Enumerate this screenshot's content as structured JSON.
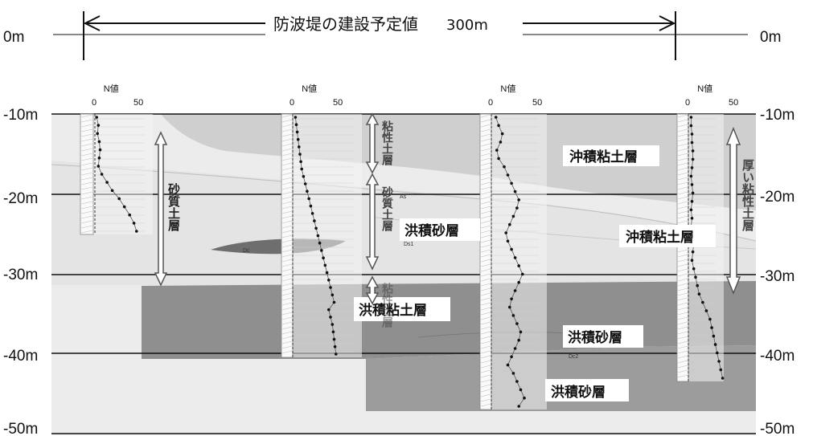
{
  "title": "防波堤の建設予定値",
  "span_label": "300m",
  "depth_labels": {
    "left": [
      "0m",
      "-10m",
      "-20m",
      "-30m",
      "-40m",
      "-50m"
    ],
    "right": [
      "0m",
      "-10m",
      "-20m",
      "-30m",
      "-40m",
      "-50m"
    ]
  },
  "boreholes": [
    {
      "n_title": "N値",
      "tick0": "0",
      "tick50": "50"
    },
    {
      "n_title": "N値",
      "tick0": "0",
      "tick50": "50"
    },
    {
      "n_title": "N値",
      "tick0": "0",
      "tick50": "50"
    },
    {
      "n_title": "N値",
      "tick0": "0",
      "tick50": "50"
    }
  ],
  "layer_labels": {
    "alluvial_clay_1": "沖積粘土層",
    "alluvial_clay_2": "沖積粘土層",
    "diluvial_sand_1": "洪積砂層",
    "diluvial_clay": "洪積粘土層",
    "diluvial_sand_2": "洪積砂層",
    "diluvial_sand_3": "洪積砂層"
  },
  "vertical_labels": {
    "sandy_left": "砂質土層",
    "clayey_top": "粘性土層",
    "sandy_mid": "砂質土層",
    "clayey_bottom": "粘性土層",
    "thick_clay": "厚い粘性土層"
  },
  "small_labels": {
    "dc": "Dc",
    "as": "As",
    "ds1": "Ds1",
    "dc2": "Dc2"
  }
}
